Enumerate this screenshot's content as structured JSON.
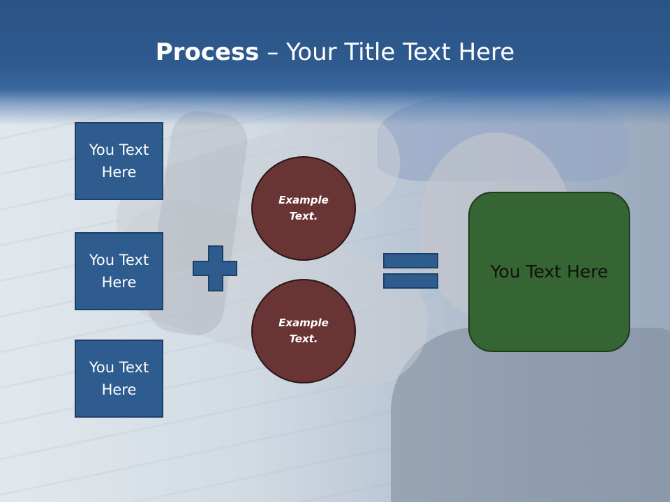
{
  "slide": {
    "title_bold": "Process",
    "title_rest": " – Your Title Text Here"
  },
  "left_boxes": [
    {
      "label": "You Text Here"
    },
    {
      "label": "You Text Here"
    },
    {
      "label": "You Text Here"
    }
  ],
  "circles": [
    {
      "label": "Example Text."
    },
    {
      "label": "Example Text."
    }
  ],
  "result": {
    "label": "You Text Here"
  },
  "colors": {
    "banner": "#2b5486",
    "box_fill": "#2e5c8e",
    "circle_fill": "#693434",
    "result_fill": "#356532"
  },
  "icons": {
    "operator_1": "plus-icon",
    "operator_2": "equals-icon"
  }
}
